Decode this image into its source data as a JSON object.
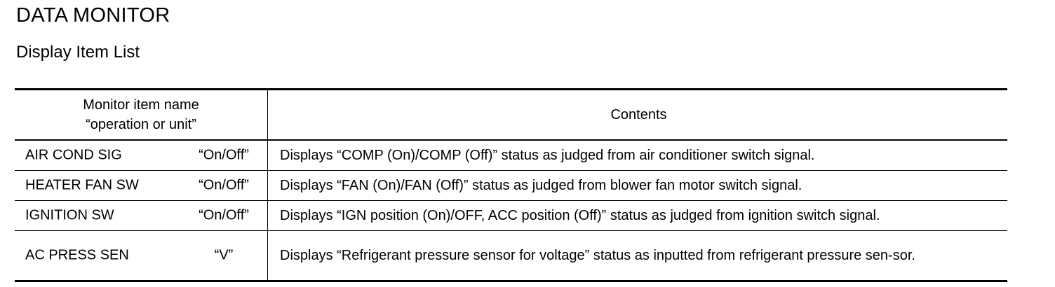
{
  "title": "DATA MONITOR",
  "subtitle": "Display Item List",
  "table": {
    "header": {
      "left_line1": "Monitor item name",
      "left_line2": "“operation or unit”",
      "right": "Contents"
    },
    "rows": [
      {
        "item": "AIR COND SIG",
        "unit": "“On/Off”",
        "contents": "Displays “COMP (On)/COMP (Off)” status as judged from air conditioner switch signal."
      },
      {
        "item": "HEATER FAN SW",
        "unit": "“On/Off”",
        "contents": "Displays “FAN (On)/FAN (Off)” status as judged from blower fan motor switch signal."
      },
      {
        "item": "IGNITION SW",
        "unit": "“On/Off”",
        "contents": "Displays “IGN position (On)/OFF, ACC position (Off)” status as judged from ignition switch signal."
      },
      {
        "item": "AC PRESS SEN",
        "unit": "“V”",
        "contents": "Displays “Refrigerant pressure sensor for voltage” status as inputted from refrigerant pressure sen-sor."
      }
    ]
  }
}
